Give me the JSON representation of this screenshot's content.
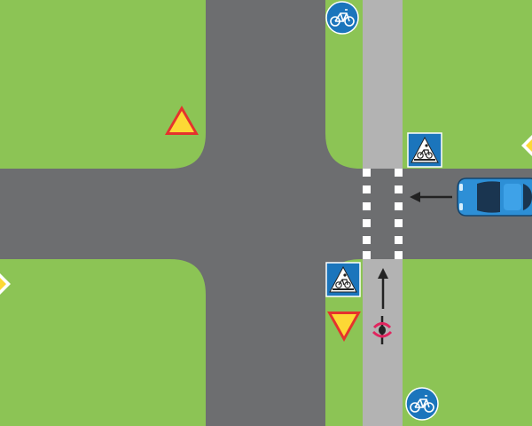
{
  "diagram": {
    "scene": "road-intersection-bicycle-crossing",
    "colors": {
      "grass": "#8cc455",
      "asphalt": "#6d6e70",
      "bike_path": "#b3b3b3",
      "crossing_stripe": "#ffffff",
      "sign_blue": "#1b75bc",
      "yield_yellow": "#fdd835",
      "yield_border": "#e5322d",
      "car_blue": "#2d8fd6",
      "arrow": "#222222",
      "cyclist_red": "#e0245e"
    },
    "signs": [
      {
        "name": "cyclists-crossing-sign-right",
        "icon": "cyclist-crossing-icon"
      },
      {
        "name": "cyclists-crossing-sign-bottom",
        "icon": "cyclist-crossing-icon"
      },
      {
        "name": "bicycle-path-sign-top",
        "icon": "bicycle-icon"
      },
      {
        "name": "bicycle-path-sign-bottom",
        "icon": "bicycle-icon"
      },
      {
        "name": "yield-sign-bottom",
        "icon": "yield-icon"
      },
      {
        "name": "warning-triangle-sign-left",
        "icon": "warning-triangle-icon"
      }
    ],
    "vehicles": [
      {
        "name": "blue-car",
        "heading": "west"
      },
      {
        "name": "cyclist",
        "heading": "north"
      }
    ]
  }
}
